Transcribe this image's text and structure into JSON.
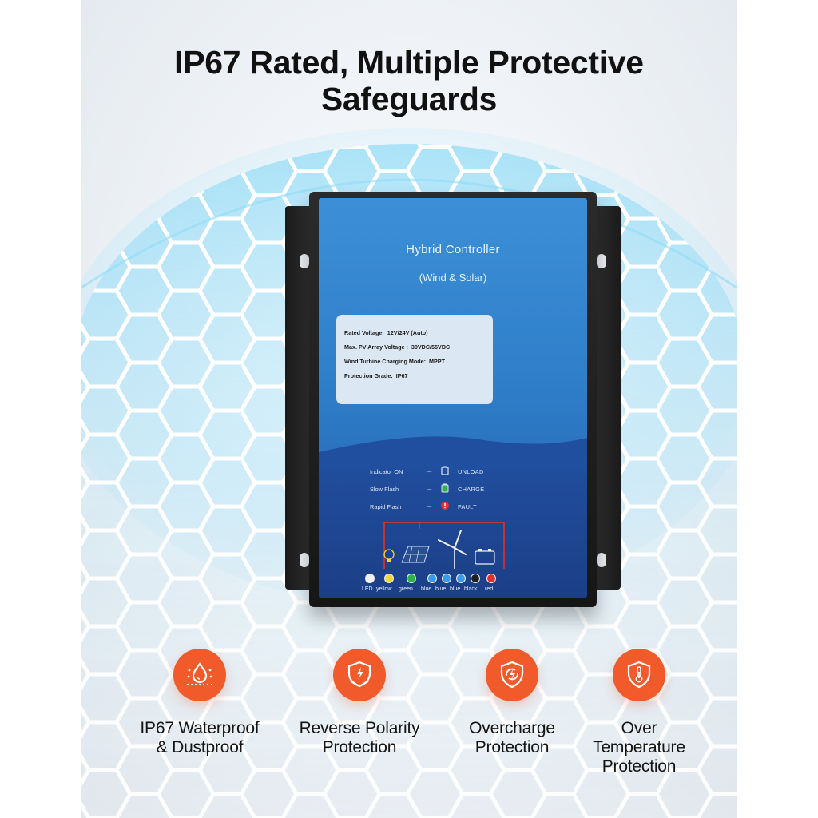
{
  "headline": {
    "line1": "IP67 Rated, Multiple Protective",
    "line2": "Safeguards"
  },
  "device": {
    "title": "Hybrid Controller",
    "subtitle": "(Wind & Solar)",
    "specs": [
      {
        "label": "Rated Voltage:",
        "value": "12V/24V (Auto)"
      },
      {
        "label": "Max. PV Array Voltage :",
        "value": "30VDC/55VDC"
      },
      {
        "label": "Wind Turbine Charging Mode:",
        "value": "MPPT"
      },
      {
        "label": "Protection Grade:",
        "value": "IP67"
      }
    ],
    "indicators": [
      {
        "mode": "Indicator ON",
        "state": "UNLOAD",
        "icon": "battery-outline-icon"
      },
      {
        "mode": "Slow Flash",
        "state": "CHARGE",
        "icon": "battery-charging-icon"
      },
      {
        "mode": "Rapid Flash",
        "state": "FAULT",
        "icon": "warning-icon"
      }
    ],
    "terminals": [
      "LED",
      "yellow",
      "green",
      "blue",
      "blue",
      "blue",
      "black",
      "red"
    ],
    "terminal_colors": [
      "#f2f2f2",
      "#f2d43b",
      "#2fb24a",
      "#3c9be8",
      "#3c9be8",
      "#3c9be8",
      "#1e1e1e",
      "#e2332a"
    ],
    "panel_colors": {
      "top": "#3c8fd6",
      "bottom": "#1c3f87",
      "wire": "#e2332a"
    }
  },
  "features": [
    {
      "icon": "water-drop-dust-icon",
      "line1": "IP67 Waterproof",
      "line2": "& Dustproof",
      "line3": ""
    },
    {
      "icon": "reverse-polarity-shield-icon",
      "line1": "Reverse Polarity",
      "line2": "Protection",
      "line3": ""
    },
    {
      "icon": "overcharge-shield-icon",
      "line1": "Overcharge",
      "line2": "Protection",
      "line3": ""
    },
    {
      "icon": "thermometer-shield-icon",
      "line1": "Over",
      "line2": "Temperature",
      "line3": "Protection"
    }
  ],
  "colors": {
    "accent": "#f15a2a",
    "hex_glow": "#5bc8f0",
    "background": "#eef2f6"
  }
}
